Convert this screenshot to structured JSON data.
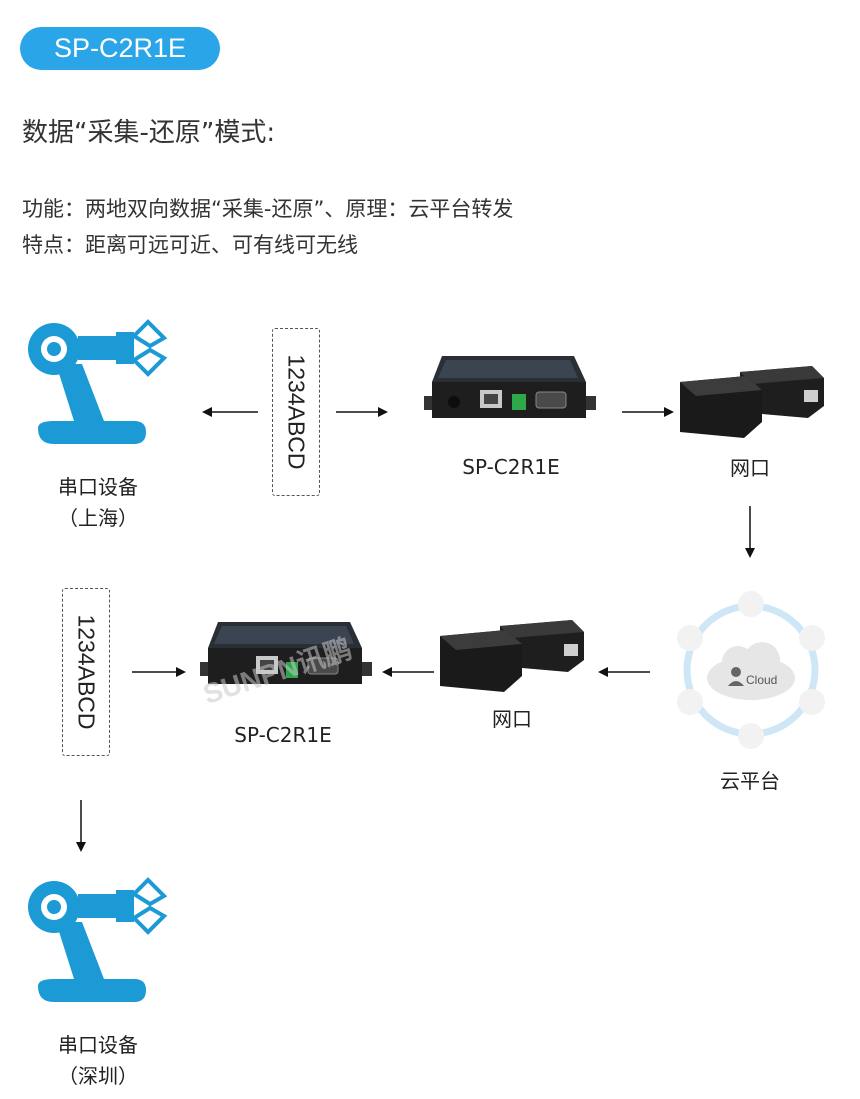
{
  "badge": "SP-C2R1E",
  "heading": "数据“采集-还原”模式:",
  "function_line": "功能：两地双向数据“采集-还原”、原理：云平台转发",
  "feature_line": "特点：距离可远可近、可有线可无线",
  "data_sample": "1234ABCD",
  "nodes": {
    "device_a_name": "串口设备",
    "device_a_loc": "（上海）",
    "device_b_name": "串口设备",
    "device_b_loc": "（深圳）",
    "converter_top": "SP-C2R1E",
    "converter_bottom": "SP-C2R1E",
    "network_top": "网口",
    "network_bottom": "网口",
    "cloud": "云平台",
    "cloud_text": "Cloud"
  },
  "watermark": "SUNPN讯鹏",
  "colors": {
    "accent": "#2aa6e8",
    "robot": "#1b9ad6",
    "device": "#1f1f1f"
  }
}
